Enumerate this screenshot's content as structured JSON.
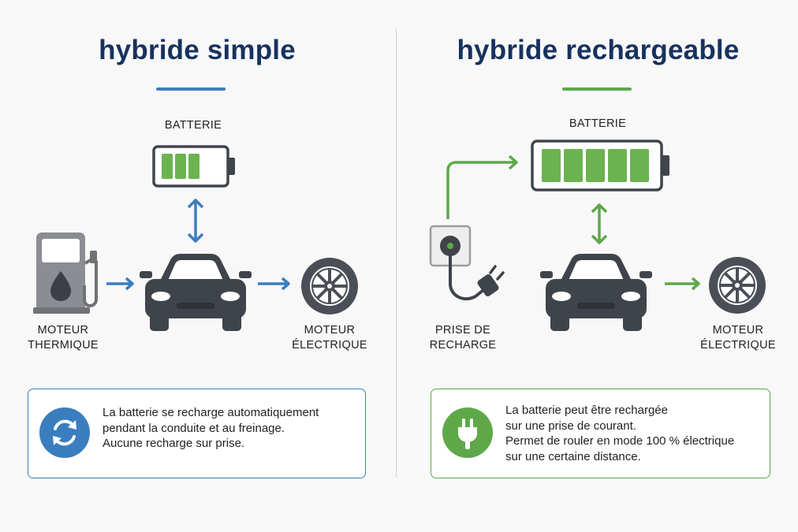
{
  "colors": {
    "title": "#17325e",
    "simple_accent": "#3a7ebf",
    "rechargeable_accent": "#5ea84a",
    "battery_cell": "#6bb34f",
    "dark_icon": "#4a4f57"
  },
  "simple": {
    "title": "hybride simple",
    "battery_label": "BATTERIE",
    "fuel_label_line1": "MOTEUR",
    "fuel_label_line2": "THERMIQUE",
    "motor_label_line1": "MOTEUR",
    "motor_label_line2": "ÉLECTRIQUE",
    "battery_cells": 3,
    "info_icon": "refresh-icon",
    "info_lines": [
      "La batterie se recharge automatiquement",
      "pendant la conduite et au freinage.",
      "Aucune recharge sur prise."
    ]
  },
  "rechargeable": {
    "title": "hybride rechargeable",
    "battery_label": "BATTERIE",
    "plug_label_line1": "PRISE DE",
    "plug_label_line2": "RECHARGE",
    "motor_label_line1": "MOTEUR",
    "motor_label_line2": "ÉLECTRIQUE",
    "battery_cells": 5,
    "info_icon": "plug-icon",
    "info_lines": [
      "La batterie peut être rechargée",
      "sur une prise de courant.",
      "Permet de rouler en mode 100 % électrique",
      "sur une certaine distance."
    ]
  }
}
